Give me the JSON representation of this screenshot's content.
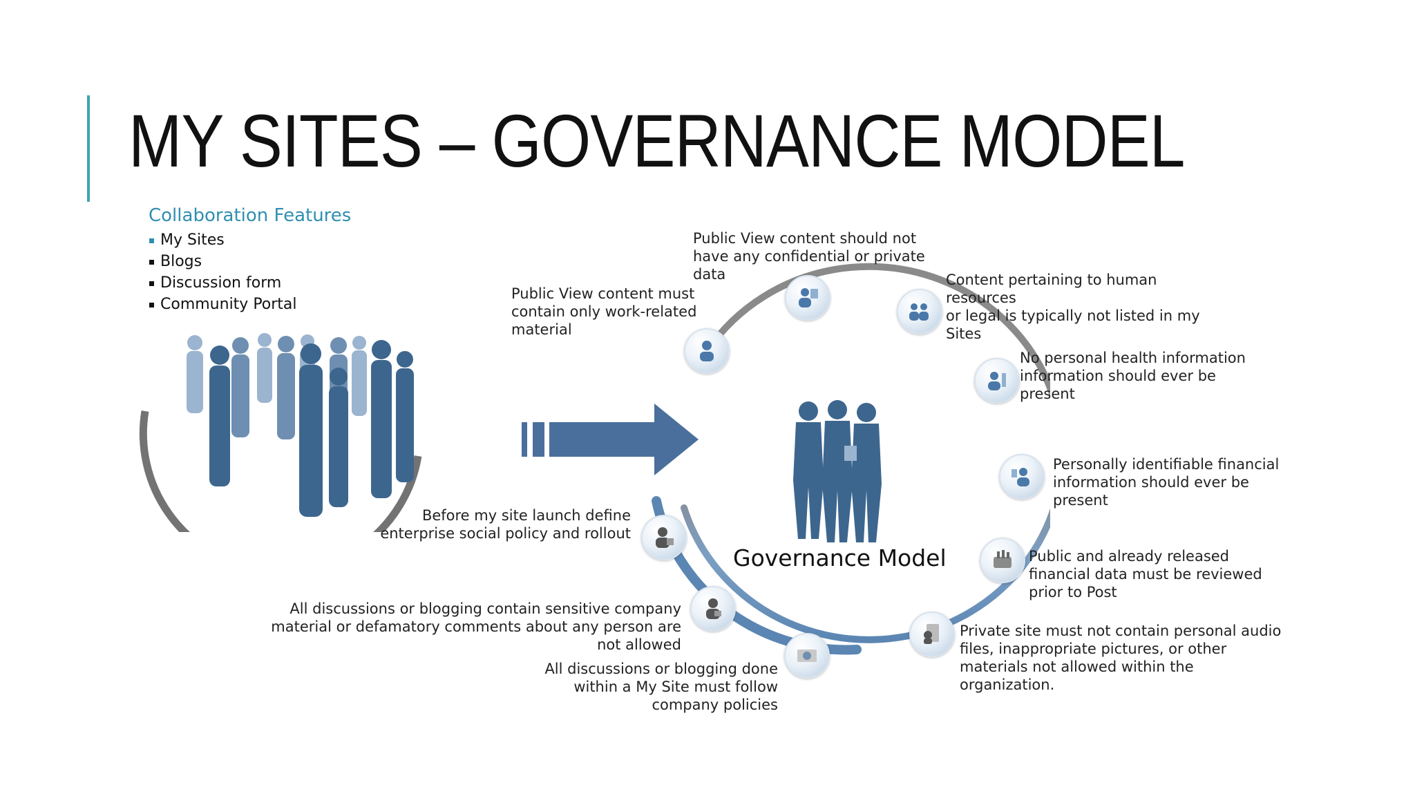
{
  "slide": {
    "title": "MY SITES – GOVERNANCE MODEL",
    "accent_color": "#3fa3b4"
  },
  "features": {
    "heading": "Collaboration Features",
    "heading_color": "#2f8fb0",
    "items": [
      "My Sites",
      "Blogs",
      "Discussion form",
      "Community Portal"
    ]
  },
  "diagram": {
    "center_label": "Governance Model",
    "ring_color_gray": "#8a8a8a",
    "ring_color_blue": "#5b86b3",
    "arrow_color": "#4a6f9c",
    "rules": [
      {
        "lines": [
          "Public View content should not",
          "have any confidential or private",
          "data"
        ]
      },
      {
        "lines": [
          "Content pertaining to human",
          "resources",
          "or legal is typically not listed in my",
          "Sites"
        ]
      },
      {
        "lines": [
          "No personal health information",
          "information should ever be",
          "present"
        ]
      },
      {
        "lines": [
          "Personally identifiable financial",
          "information should ever be",
          "present"
        ]
      },
      {
        "lines": [
          "Public and already released",
          "financial data must be reviewed",
          "prior to Post"
        ]
      },
      {
        "lines": [
          "Private site must not contain personal audio",
          "files, inappropriate pictures, or other",
          "materials not allowed within the",
          "organization."
        ]
      },
      {
        "lines": [
          "All discussions or blogging done",
          "within a My Site must follow",
          "company policies"
        ]
      },
      {
        "lines": [
          "All discussions or blogging contain sensitive company",
          "material or defamatory comments about any person are",
          "not allowed"
        ]
      },
      {
        "lines": [
          "Before my site launch define",
          "enterprise social policy and rollout"
        ]
      },
      {
        "lines": [
          "Public View content must",
          "contain only work-related",
          "material"
        ]
      }
    ]
  }
}
